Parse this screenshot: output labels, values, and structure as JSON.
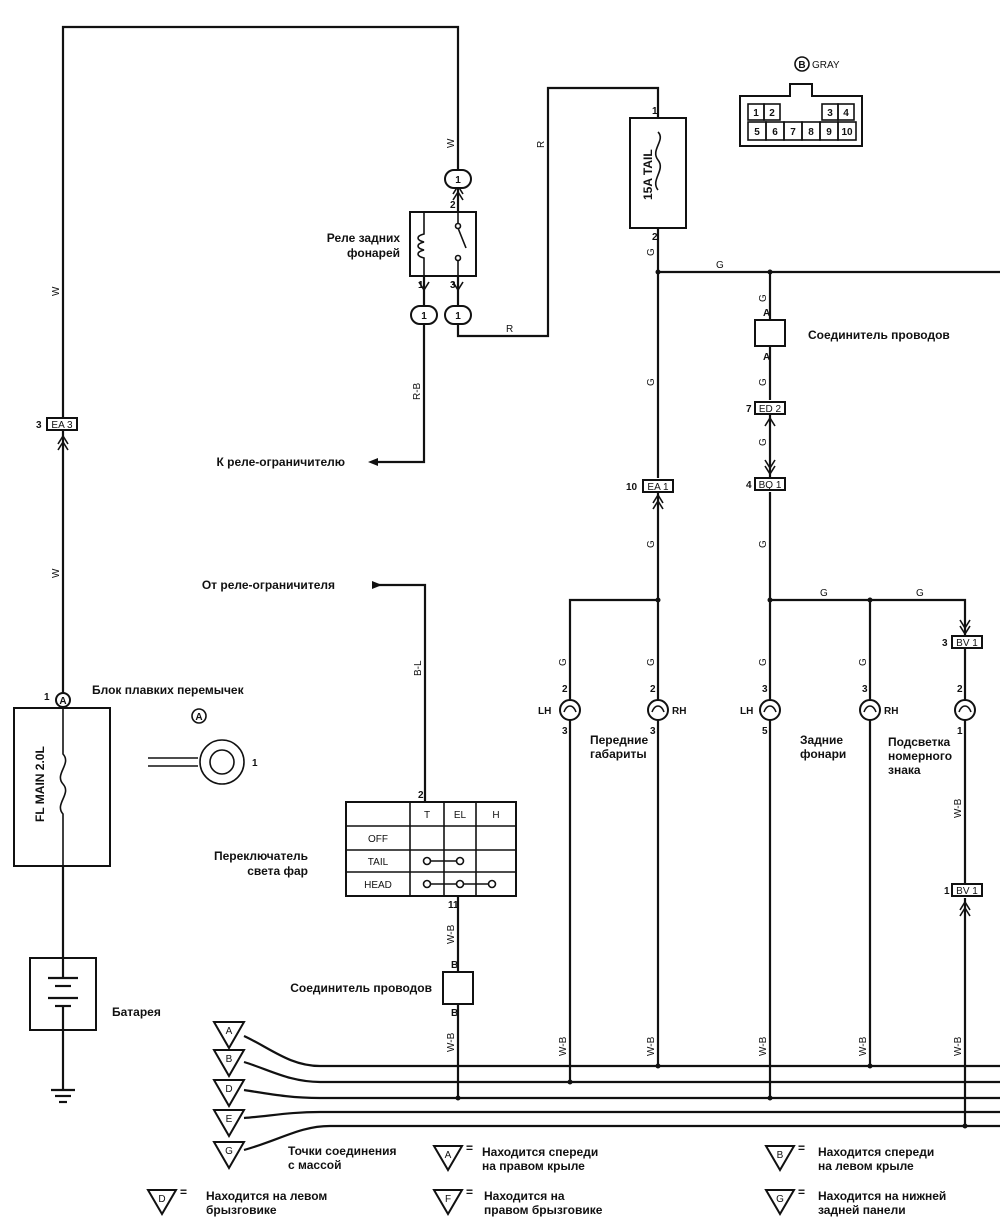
{
  "connector_b": {
    "letter": "B",
    "color": "GRAY",
    "pins_top": [
      "1",
      "2",
      "3",
      "4"
    ],
    "pins_bottom": [
      "5",
      "6",
      "7",
      "8",
      "9",
      "10"
    ]
  },
  "fuses": {
    "tail": "15A TAIL",
    "main": "FL MAIN 2.0L"
  },
  "labels": {
    "tail_relay": [
      "Реле задних",
      "фонарей"
    ],
    "to_dimmer_relay": "К реле-ограничителю",
    "from_dimmer_relay": "От реле-ограничителя",
    "fusible_link_block": "Блок плавких перемычек",
    "wire_joint_top": "Соединитель проводов",
    "wire_joint_bottom": "Соединитель проводов",
    "headlight_switch": [
      "Переключатель",
      "света фар"
    ],
    "battery": "Батарея",
    "front_clearance": [
      "Передние",
      "габариты"
    ],
    "rear_lights": [
      "Задние",
      "фонари"
    ],
    "plate_light": [
      "Подсветка",
      "номерного",
      "знака"
    ],
    "ground_points": [
      "Точки соединения",
      "с массой"
    ]
  },
  "terminal_a": "A",
  "connectors": {
    "ea3": "EA 3",
    "ea1": "EA 1",
    "ed2": "ED 2",
    "bq1": "BQ 1",
    "bv1_top": "BV 1",
    "bv1_bottom": "BV 1"
  },
  "switch_table": {
    "columns": [
      "T",
      "EL",
      "H"
    ],
    "rows": [
      "OFF",
      "TAIL",
      "HEAD"
    ]
  },
  "wire_colors": {
    "w": "W",
    "r": "R",
    "g": "G",
    "rb": "R-B",
    "bl": "B-L",
    "wb": "W-B"
  },
  "pins": {
    "lh": "LH",
    "rh": "RH",
    "a": "A",
    "b": "B",
    "n1": "1",
    "n2": "2",
    "n3": "3",
    "n4": "4",
    "n5": "5",
    "n7": "7",
    "n10": "10",
    "n11": "11"
  },
  "grounds": [
    "A",
    "B",
    "D",
    "E",
    "G"
  ],
  "legend": [
    {
      "letter": "A",
      "lines": [
        "Находится спереди",
        "на правом крыле"
      ]
    },
    {
      "letter": "B",
      "lines": [
        "Находится спереди",
        "на левом крыле"
      ]
    },
    {
      "letter": "D",
      "lines": [
        "Находится на левом",
        "брызговике"
      ]
    },
    {
      "letter": "F",
      "lines": [
        "Находится на",
        "правом брызговике"
      ]
    },
    {
      "letter": "G",
      "lines": [
        "Находится на нижней",
        "задней панели"
      ]
    }
  ]
}
